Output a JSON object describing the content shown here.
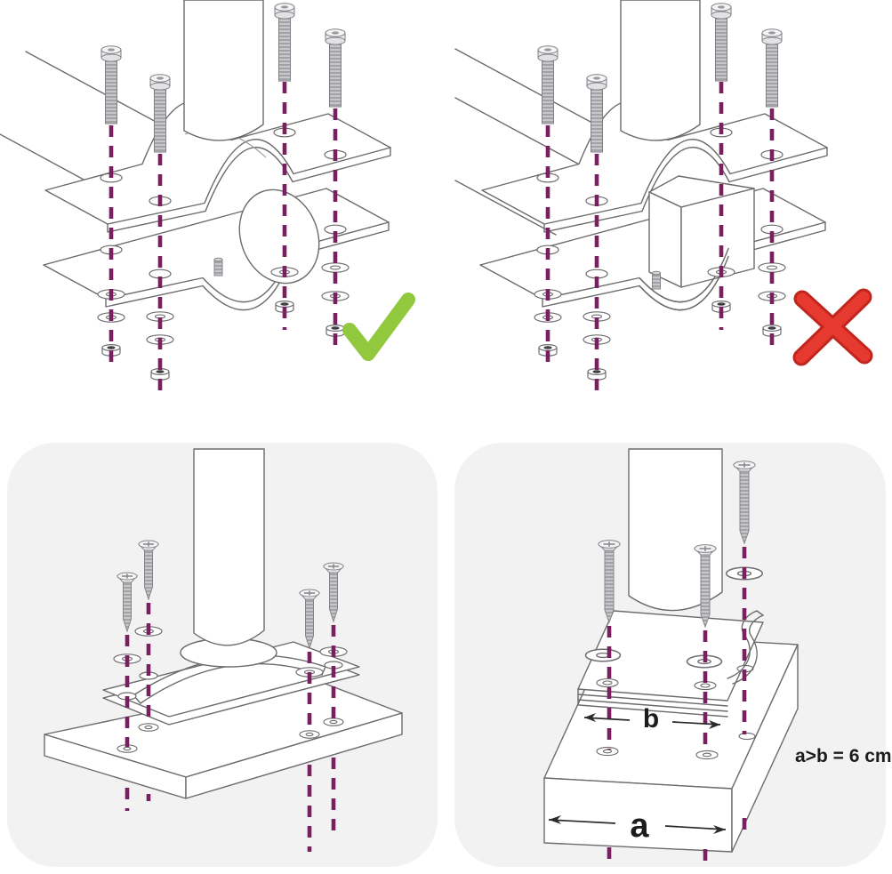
{
  "quadrants": {
    "top_left": {
      "description": "clamp-on-round-pole",
      "result": "correct",
      "result_icon": "check-icon",
      "icon_color": "#92c83e"
    },
    "top_right": {
      "description": "clamp-on-square-post",
      "result": "incorrect",
      "result_icon": "cross-icon",
      "icon_color": "#e63a30"
    },
    "bottom_left": {
      "description": "base-plate-screwed-to-thin-board"
    },
    "bottom_right": {
      "description": "base-plate-screwed-to-thick-block",
      "label_b": "b",
      "label_a": "a",
      "note": "a>b = 6 cm"
    }
  },
  "colors": {
    "background": "#ffffff",
    "panel_background": "#f2f2f2",
    "line": "#6b6b6b",
    "guide_dash": "#7a1f60",
    "check_green": "#92c83e",
    "cross_red": "#e63a30",
    "text": "#1c1c1c"
  }
}
